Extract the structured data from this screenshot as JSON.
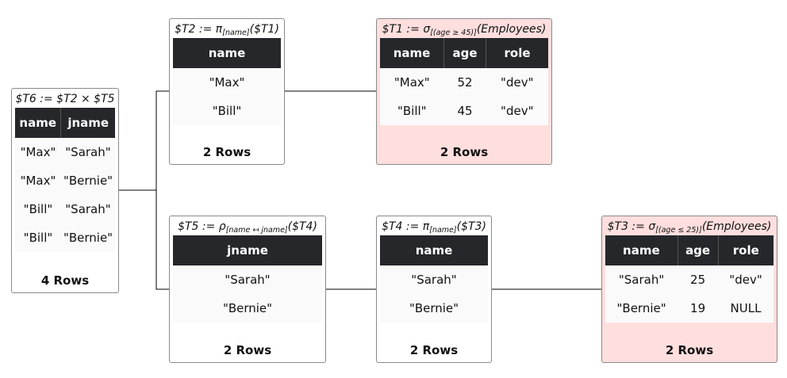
{
  "nodes": {
    "t6": {
      "title": {
        "pre": "$T6 := $T2 × $T5",
        "sub": "",
        "post": ""
      },
      "columns": [
        "name",
        "jname"
      ],
      "rows": [
        [
          "\"Max\"",
          "\"Sarah\""
        ],
        [
          "\"Max\"",
          "\"Bernie\""
        ],
        [
          "\"Bill\"",
          "\"Sarah\""
        ],
        [
          "\"Bill\"",
          "\"Bernie\""
        ]
      ],
      "row_count": "4 Rows"
    },
    "t2": {
      "title": {
        "pre": "$T2 := π",
        "sub": "[name]",
        "post": "($T1)"
      },
      "columns": [
        "name"
      ],
      "rows": [
        [
          "\"Max\""
        ],
        [
          "\"Bill\""
        ]
      ],
      "row_count": "2 Rows"
    },
    "t1": {
      "title": {
        "pre": "$T1 := σ",
        "sub": "[(age ≥ 45)]",
        "post": "(Employees)"
      },
      "columns": [
        "name",
        "age",
        "role"
      ],
      "rows": [
        [
          "\"Max\"",
          "52",
          "\"dev\""
        ],
        [
          "\"Bill\"",
          "45",
          "\"dev\""
        ]
      ],
      "row_count": "2 Rows"
    },
    "t5": {
      "title": {
        "pre": "$T5 := ρ",
        "sub": "[name ↤ jname]",
        "post": "($T4)"
      },
      "columns": [
        "jname"
      ],
      "rows": [
        [
          "\"Sarah\""
        ],
        [
          "\"Bernie\""
        ]
      ],
      "row_count": "2 Rows"
    },
    "t4": {
      "title": {
        "pre": "$T4 := π",
        "sub": "[name]",
        "post": "($T3)"
      },
      "columns": [
        "name"
      ],
      "rows": [
        [
          "\"Sarah\""
        ],
        [
          "\"Bernie\""
        ]
      ],
      "row_count": "2 Rows"
    },
    "t3": {
      "title": {
        "pre": "$T3 := σ",
        "sub": "[(age ≤ 25)]",
        "post": "(Employees)"
      },
      "columns": [
        "name",
        "age",
        "role"
      ],
      "rows": [
        [
          "\"Sarah\"",
          "25",
          "\"dev\""
        ],
        [
          "\"Bernie\"",
          "19",
          "NULL"
        ]
      ],
      "row_count": "2 Rows"
    }
  },
  "colors": {
    "source_node_bg": "#ffdede",
    "header_bg": "#25272b",
    "edge": "#000000"
  }
}
